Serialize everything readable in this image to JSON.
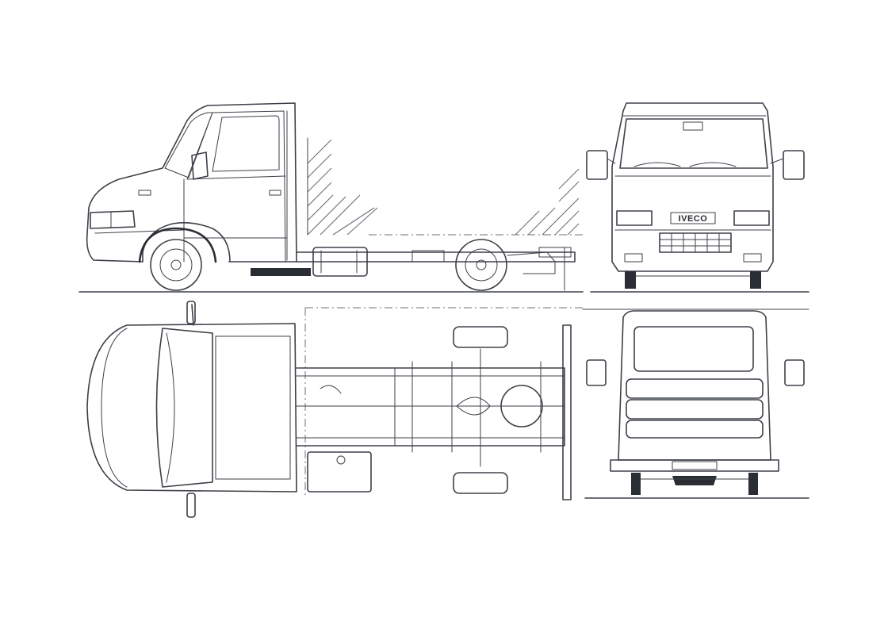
{
  "drawing": {
    "views": [
      "side-view",
      "front-view",
      "top-view",
      "rear-view"
    ],
    "brand_badge": "IVECO",
    "colors": {
      "line": "#3d4048",
      "background": "#ffffff"
    }
  }
}
